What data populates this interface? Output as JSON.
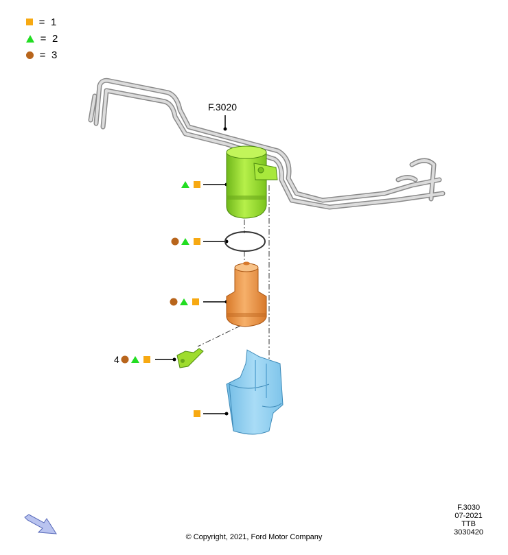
{
  "legend": [
    {
      "symbol": "square-icon",
      "value": "1"
    },
    {
      "symbol": "triangle-icon",
      "value": "2"
    },
    {
      "symbol": "circle-icon",
      "value": "3"
    }
  ],
  "legend_eq": "=",
  "reference_label": "F.3020",
  "callout_item4_number": "4",
  "footer_ref": {
    "code": "F.3030",
    "date": "07-2021",
    "author": "TTB",
    "number": "3030420"
  },
  "copyright": "© Copyright, 2021, Ford Motor Company",
  "colors": {
    "square": "#f7a912",
    "triangle": "#22dd22",
    "circle": "#b8651c",
    "housing_top": "#9ee233",
    "filter_element": "#f09b45",
    "bracket": "#8fd0ef",
    "fuel_lines": "#c9c9c9"
  }
}
